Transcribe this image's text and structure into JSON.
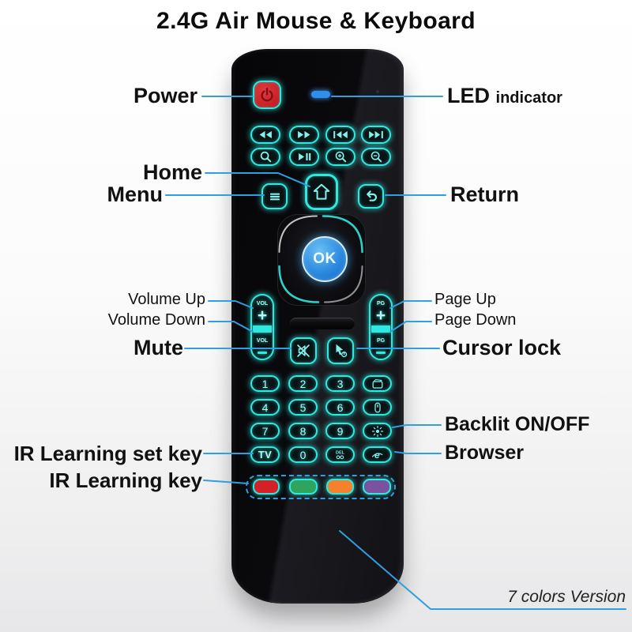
{
  "title": "2.4G Air Mouse & Keyboard",
  "labels": {
    "power": "Power",
    "led": "LED",
    "led_sub": "indicator",
    "home": "Home",
    "menu": "Menu",
    "return": "Return",
    "volume_up": "Volume Up",
    "volume_down": "Volume Down",
    "page_up": "Page Up",
    "page_down": "Page Down",
    "mute": "Mute",
    "cursor_lock": "Cursor lock",
    "backlit": "Backlit ON/OFF",
    "browser": "Browser",
    "ir_set": "IR Learning set key",
    "ir_key": "IR Learning key",
    "version": "7 colors Version"
  },
  "remote": {
    "ok": "OK",
    "vol": "VOL",
    "pg": "PG",
    "plus": "+",
    "tv": "TV",
    "del": "DEL",
    "browser_e": "e",
    "digits": [
      "1",
      "2",
      "3",
      "4",
      "5",
      "6",
      "7",
      "8",
      "9",
      "0"
    ],
    "keypad_rows": [
      [
        "1",
        "2",
        "3",
        "video-icon"
      ],
      [
        "4",
        "5",
        "6",
        "mouse-icon"
      ],
      [
        "7",
        "8",
        "9",
        "backlit-icon"
      ],
      [
        "TV",
        "0",
        "DEL",
        "browser-icon"
      ]
    ],
    "icon_names": [
      "power-icon",
      "rewind-icon",
      "fast-forward-icon",
      "previous-track-icon",
      "next-track-icon",
      "search-icon",
      "play-pause-icon",
      "zoom-in-icon",
      "zoom-out-icon",
      "menu-icon",
      "home-icon",
      "return-icon",
      "mute-icon",
      "cursor-lock-icon",
      "video-icon",
      "mouse-icon",
      "backlit-icon",
      "browser-icon",
      "delete-icon"
    ],
    "ir_color_keys": [
      "red",
      "green",
      "orange",
      "purple"
    ]
  },
  "colors": {
    "button_glow": "#2fe9e1",
    "leader_line": "#2e9fe0",
    "power_red": "#d42027",
    "ok_blue": "#2b8ae0",
    "led_blue": "#2f8fe9",
    "key_red": "#d42027",
    "key_green": "#2fa45c",
    "key_orange": "#f5812d",
    "key_purple": "#7b52a0",
    "body_black": "#0a0a0d"
  }
}
